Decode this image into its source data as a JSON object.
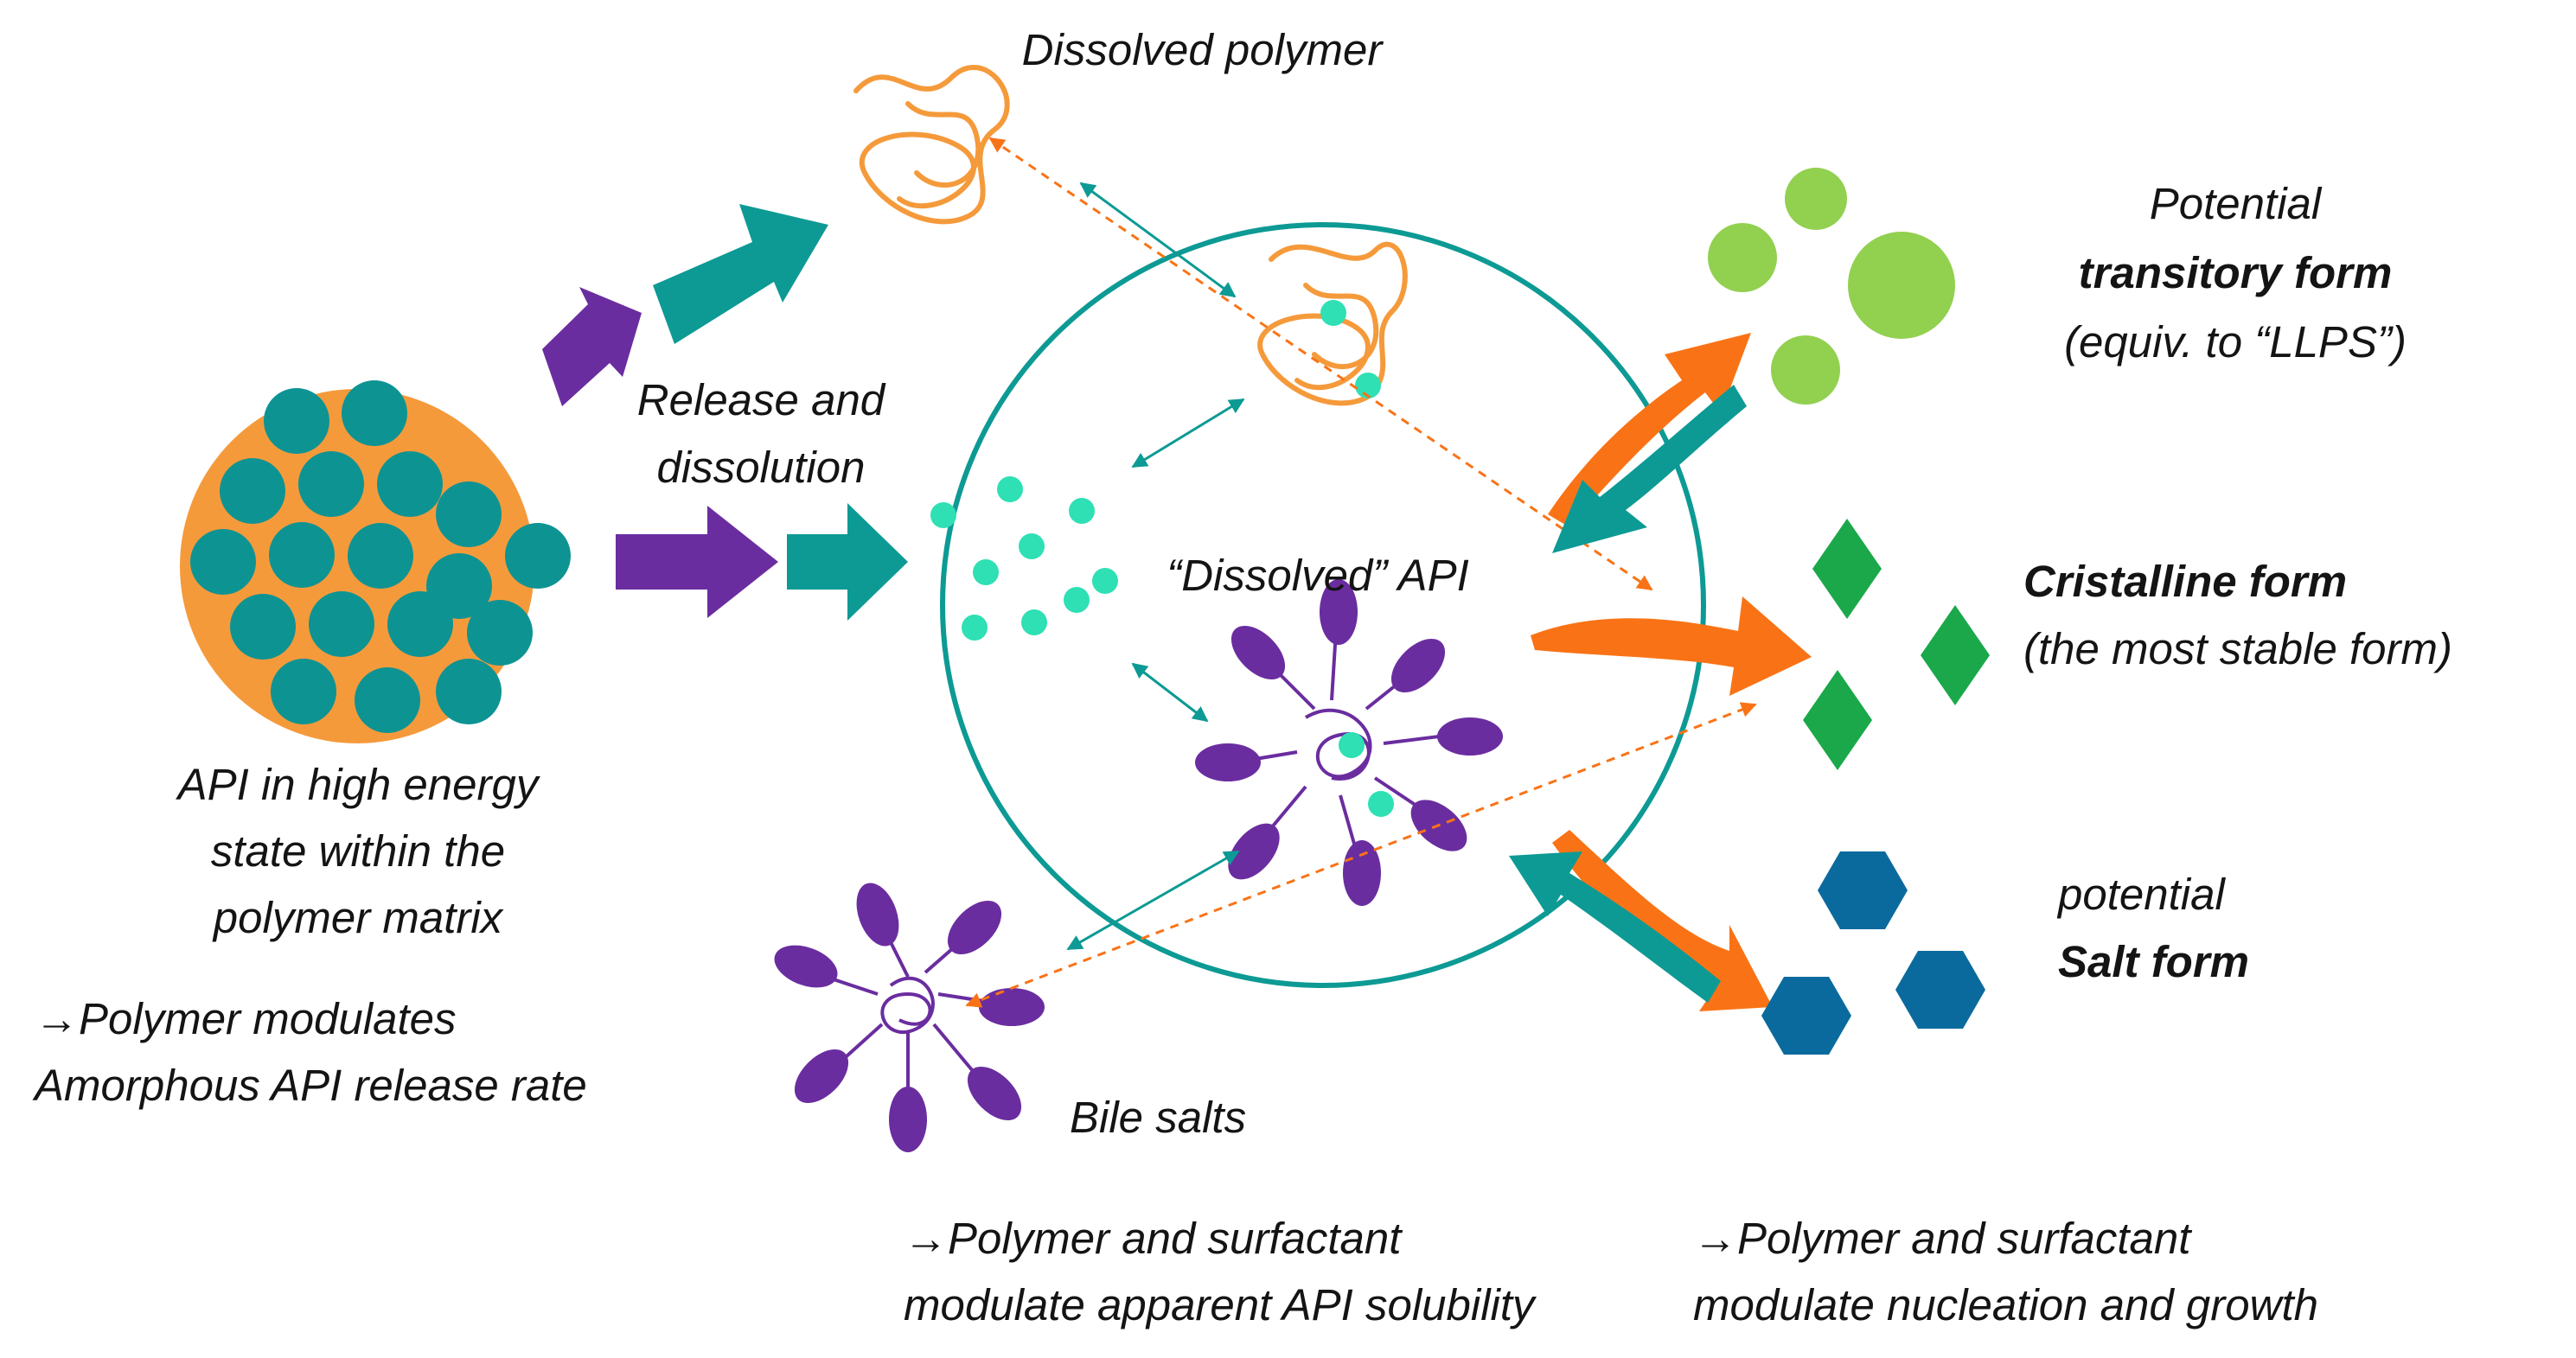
{
  "labels": {
    "dissolved_polymer": "Dissolved polymer",
    "release_1": "Release and",
    "release_2": "dissolution",
    "dissolved_api": "“Dissolved” API",
    "api_1": "API in high energy",
    "api_2": "state within the",
    "api_3": "polymer matrix",
    "note_left_1": "→Polymer modulates",
    "note_left_2": "Amorphous API release rate",
    "bile_salts": "Bile salts",
    "note_mid_1": "→Polymer and surfactant",
    "note_mid_2": "modulate apparent API solubility",
    "note_right_1": "→Polymer and surfactant",
    "note_right_2": "modulate nucleation and growth",
    "transitory_1": "Potential",
    "transitory_2": "transitory form",
    "transitory_3": "(equiv. to “LLPS”)",
    "crystalline_1": "Cristalline form",
    "crystalline_2": "(the most stable form)",
    "salt_1": "potential",
    "salt_2": "Salt form"
  },
  "colors": {
    "orange": "#f59a3b",
    "orange_arrow": "#f97316",
    "teal": "#0d9a94",
    "teal_dark": "#0e9393",
    "purple": "#6a2d9f",
    "mint": "#2ee0b4",
    "light_green": "#92d050",
    "green": "#1aa84a",
    "blue": "#0b6a9d"
  },
  "icons": [
    "api-matrix-icon",
    "polymer-coil-icon",
    "bile-salt-micelle-icon",
    "droplet-icon",
    "diamond-crystal-icon",
    "hexagon-salt-icon"
  ]
}
